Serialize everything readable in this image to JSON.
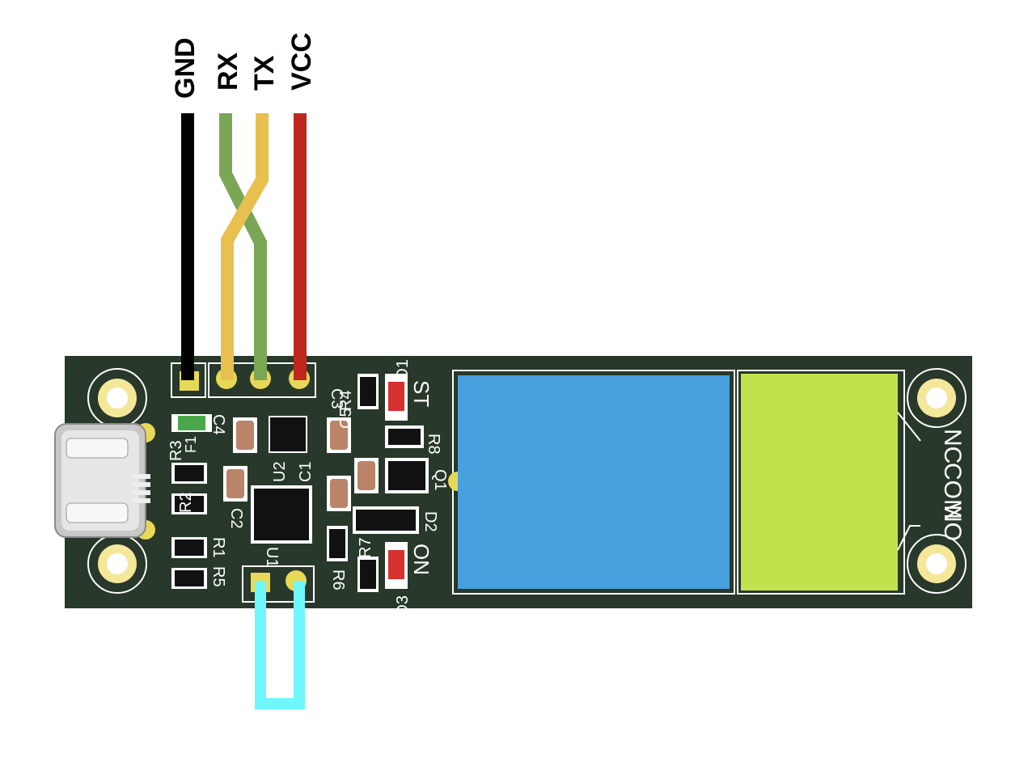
{
  "wires": {
    "gnd": {
      "label": "GND",
      "color": "#000000"
    },
    "rx": {
      "label": "RX",
      "color": "#7aa655"
    },
    "tx": {
      "label": "TX",
      "color": "#e8c04f"
    },
    "vcc": {
      "label": "VCC",
      "color": "#c0271c"
    },
    "jumper": {
      "color": "#6ff8fc"
    }
  },
  "board": {
    "color": "#28382a"
  },
  "relay": {
    "color": "#48a0df"
  },
  "terminal": {
    "color": "#c0e24d"
  },
  "silkscreen": {
    "c4": "C4",
    "c3": "C3",
    "c5": "C5",
    "r4": "R4",
    "r8": "R8",
    "q1": "Q1",
    "d2": "D2",
    "r7": "R7",
    "r6": "R6",
    "d1": "D1",
    "d3": "D3",
    "st": "ST",
    "on": "ON",
    "u2": "U2",
    "c1": "C1",
    "c2": "C2",
    "u1": "U1",
    "r1": "R1",
    "r5": "R5",
    "r2": "R2",
    "r3": "R3",
    "f1": "F1",
    "nc": "NC",
    "com": "COM",
    "no": "NO"
  }
}
